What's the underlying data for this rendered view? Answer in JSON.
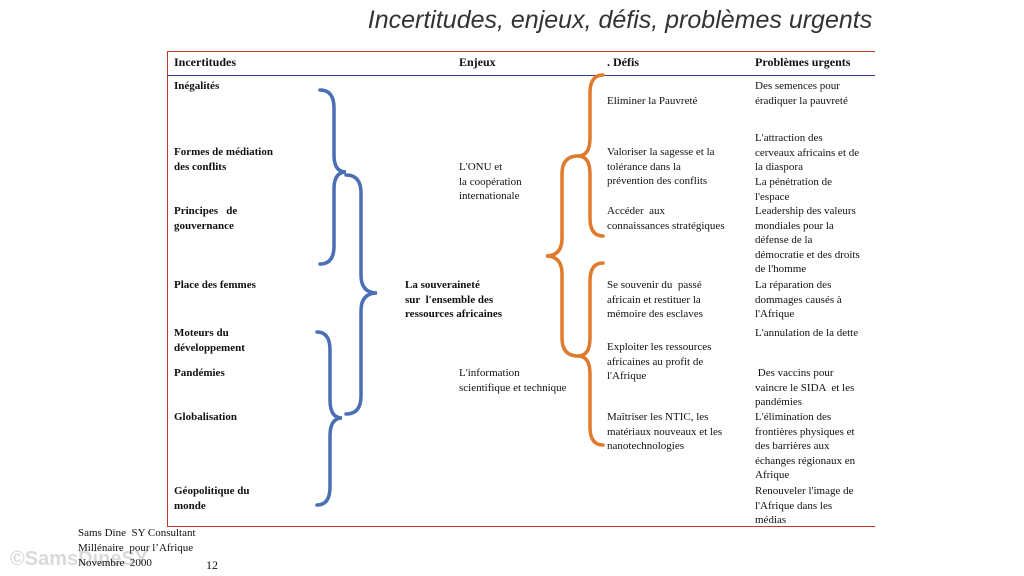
{
  "title": "Incertitudes, enjeux, défis, problèmes urgents",
  "headers": {
    "incertitudes": "Incertitudes",
    "enjeux": "Enjeux",
    "defis": ". Défis",
    "problemes": "Problèmes urgents"
  },
  "incertitudes": [
    "Inégalités",
    "Formes de médiation\ndes conflits",
    "Principes   de\ngouvernance",
    "Place des femmes",
    "Moteurs du\ndéveloppement",
    "Pandémies",
    "Globalisation",
    "Géopolitique du\nmonde"
  ],
  "enjeux": [
    "L'ONU et\nla coopération\ninternationale",
    "La souveraineté\nsur  l'ensemble des\nressources africaines",
    "L'information\nscientifique et technique"
  ],
  "defis": [
    "Eliminer la Pauvreté",
    "Valoriser la sagesse et la\ntolérance dans la\nprévention des conflits",
    "Accéder  aux\nconnaissances stratégiques",
    "Se souvenir du  passé\nafricain et restituer la\nmémoire des esclaves",
    "Exploiter les ressources\nafricaines au profit de\nl'Afrique",
    "Maîtriser les NTIC, les\nmatériaux nouveaux et les\nnanotechnologies"
  ],
  "problemes": [
    "Des semences pour\néradiquer la pauvreté",
    "L'attraction des\ncerveaux africains et de\nla diaspora",
    "La pénétration de\nl'espace",
    "Leadership des valeurs\nmondiales pour la\ndéfense de la\ndémocratie et des droits\nde l'homme",
    "La réparation des\ndommages causés à\nl'Afrique",
    "L'annulation de la dette",
    " Des vaccins pour\nvaincre le SIDA  et les\npandémies",
    "L'élimination des\nfrontières physiques et\ndes barrières aux\néchanges régionaux en\nAfrique",
    "Renouveler l'image de\nl'Afrique dans les\nmédias"
  ],
  "footer": "Sams Dine  SY Consultant\nMillénaire  pour l’Afrique\nNovembre  2000",
  "page_number": "12",
  "watermark": "©SamsDineSY",
  "colors": {
    "border": "#c0392b",
    "header_line": "#2c3e8c",
    "blue_brace": "#4a6fb5",
    "orange_brace": "#e07b2e"
  }
}
